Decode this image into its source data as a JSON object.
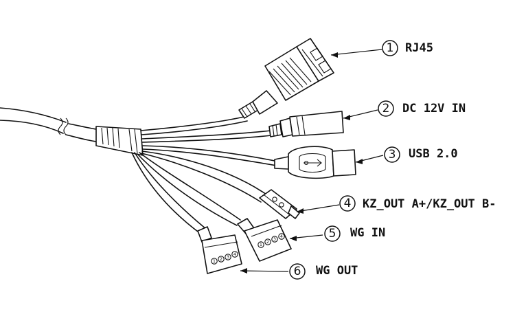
{
  "callouts": [
    {
      "number": "1",
      "label": "RJ45"
    },
    {
      "number": "2",
      "label": "DC 12V IN"
    },
    {
      "number": "3",
      "label": "USB 2.0"
    },
    {
      "number": "4",
      "label": "KZ_OUT A+/KZ_OUT B-"
    },
    {
      "number": "5",
      "label": "WG IN"
    },
    {
      "number": "6",
      "label": "WG OUT"
    }
  ],
  "terminal_pins": [
    "1",
    "2",
    "3",
    "4"
  ]
}
